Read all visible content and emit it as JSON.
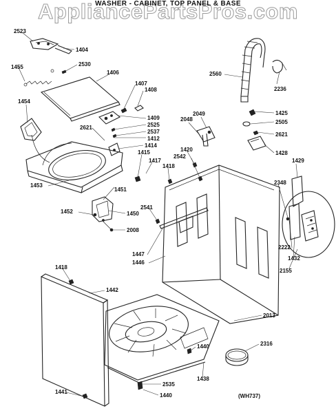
{
  "header": {
    "title": "WASHER - CABINET, TOP PANEL & BASE",
    "watermark": "AppliancePartsPros.com"
  },
  "footer": {
    "figure_code": "(WH737)"
  },
  "callouts": [
    "2523",
    "1404",
    "1455",
    "2530",
    "1406",
    "1407",
    "1408",
    "1454",
    "1409",
    "2525",
    "2621",
    "2537",
    "1412",
    "1414",
    "1415",
    "1453",
    "1451",
    "1452",
    "1450",
    "2008",
    "2560",
    "2236",
    "2049",
    "2048",
    "1425",
    "2505",
    "2621",
    "1428",
    "1420",
    "2542",
    "1418",
    "1417",
    "1429",
    "2541",
    "2348",
    "1447",
    "1446",
    "2222",
    "1432",
    "2155",
    "1418",
    "1442",
    "2013",
    "1440",
    "2316",
    "1438",
    "2535",
    "1441",
    "1440"
  ]
}
